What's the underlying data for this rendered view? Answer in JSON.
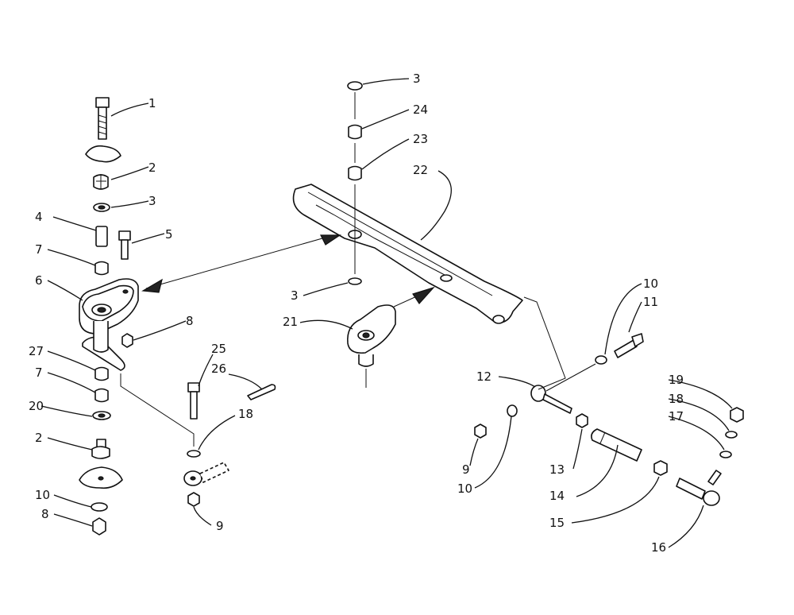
{
  "diagram": {
    "labels": {
      "l1": "1",
      "l2a": "2",
      "l3a": "3",
      "l4": "4",
      "l5": "5",
      "l7a": "7",
      "l6": "6",
      "l8a": "8",
      "l27": "27",
      "l7b": "7",
      "l20": "20",
      "l2b": "2",
      "l10a": "10",
      "l8b": "8",
      "l25": "25",
      "l26": "26",
      "l18a": "18",
      "l9a": "9",
      "l3b": "3",
      "l24": "24",
      "l23": "23",
      "l22": "22",
      "l3c": "3",
      "l21": "21",
      "l10b": "10",
      "l11": "11",
      "l12": "12",
      "l19": "19",
      "l18b": "18",
      "l17": "17",
      "l9b": "9",
      "l10c": "10",
      "l13": "13",
      "l14": "14",
      "l15": "15",
      "l16": "16"
    }
  }
}
